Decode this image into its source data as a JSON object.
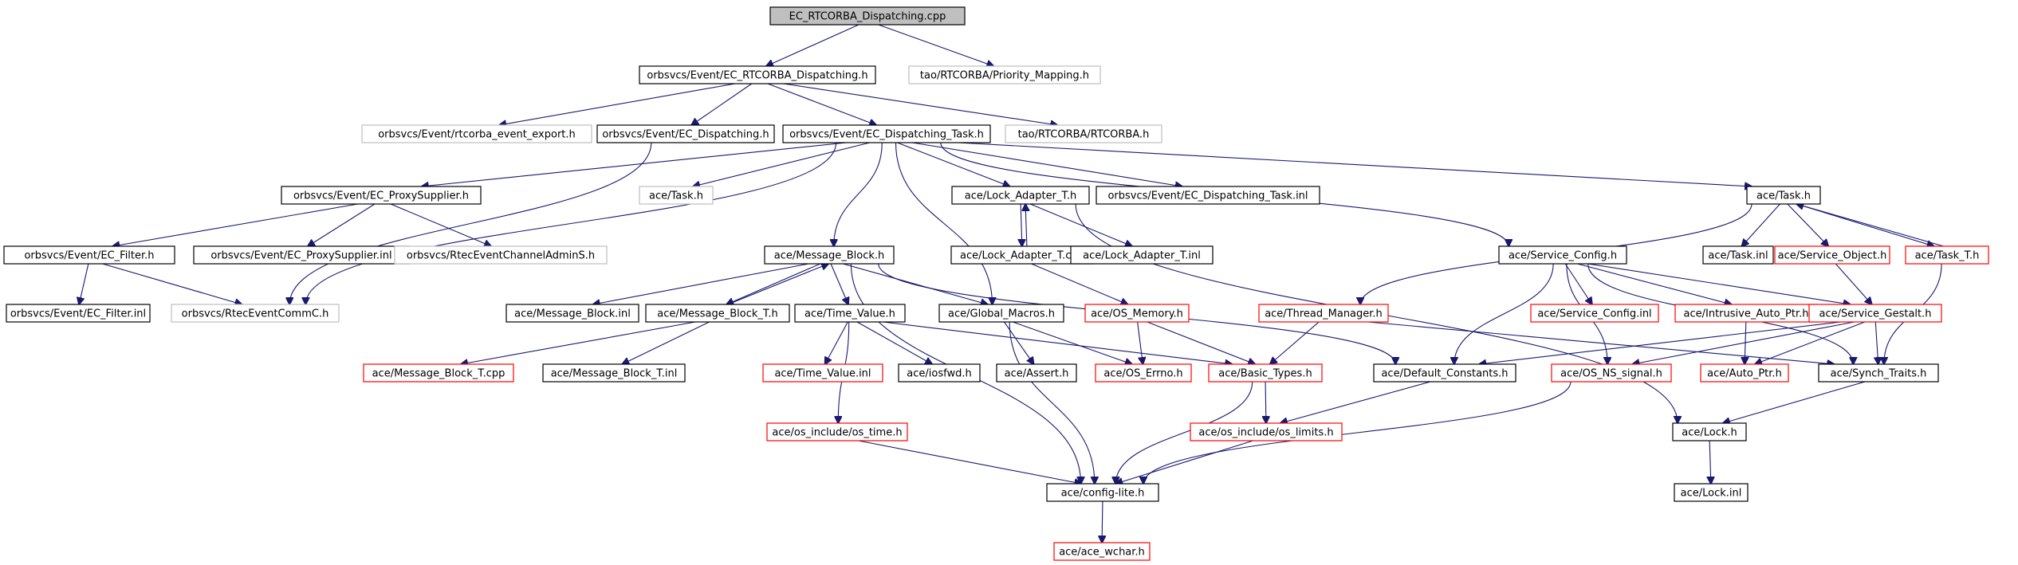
{
  "graph": {
    "colors": {
      "edge": "#191970",
      "root_fill": "#bfbfbf",
      "black_border": "#000000",
      "red_border": "#ff0000",
      "gray_border": "#bfbfbf"
    },
    "nodes": [
      {
        "id": "root",
        "label": "EC_RTCORBA_Dispatching.cpp",
        "style": "root"
      },
      {
        "id": "ec_rtd_h",
        "label": "orbsvcs/Event/EC_RTCORBA_Dispatching.h",
        "style": "black"
      },
      {
        "id": "prio_map",
        "label": "tao/RTCORBA/Priority_Mapping.h",
        "style": "gray"
      },
      {
        "id": "rtcorba_export",
        "label": "orbsvcs/Event/rtcorba_event_export.h",
        "style": "gray"
      },
      {
        "id": "ec_disp_h",
        "label": "orbsvcs/Event/EC_Dispatching.h",
        "style": "black"
      },
      {
        "id": "ec_disp_task_h",
        "label": "orbsvcs/Event/EC_Dispatching_Task.h",
        "style": "black"
      },
      {
        "id": "rtcorba_h",
        "label": "tao/RTCORBA/RTCORBA.h",
        "style": "gray"
      },
      {
        "id": "proxy_supplier_h",
        "label": "orbsvcs/Event/EC_ProxySupplier.h",
        "style": "black"
      },
      {
        "id": "task_h_gray",
        "label": "ace/Task.h",
        "style": "gray"
      },
      {
        "id": "lock_adapter_h",
        "label": "ace/Lock_Adapter_T.h",
        "style": "black"
      },
      {
        "id": "disp_task_inl",
        "label": "orbsvcs/Event/EC_Dispatching_Task.inl",
        "style": "black"
      },
      {
        "id": "ace_task_h",
        "label": "ace/Task.h",
        "style": "black"
      },
      {
        "id": "ec_filter_h",
        "label": "orbsvcs/Event/EC_Filter.h",
        "style": "black"
      },
      {
        "id": "proxy_supplier_inl",
        "label": "orbsvcs/Event/EC_ProxySupplier.inl",
        "style": "black"
      },
      {
        "id": "rtec_admin_s",
        "label": "orbsvcs/RtecEventChannelAdminS.h",
        "style": "gray"
      },
      {
        "id": "msg_block_h",
        "label": "ace/Message_Block.h",
        "style": "black"
      },
      {
        "id": "lock_adapter_cpp",
        "label": "ace/Lock_Adapter_T.cpp",
        "style": "black"
      },
      {
        "id": "lock_adapter_inl",
        "label": "ace/Lock_Adapter_T.inl",
        "style": "black"
      },
      {
        "id": "service_config_h",
        "label": "ace/Service_Config.h",
        "style": "black"
      },
      {
        "id": "task_inl",
        "label": "ace/Task.inl",
        "style": "black"
      },
      {
        "id": "service_object_h",
        "label": "ace/Service_Object.h",
        "style": "red"
      },
      {
        "id": "task_t_h",
        "label": "ace/Task_T.h",
        "style": "red"
      },
      {
        "id": "ec_filter_inl",
        "label": "orbsvcs/Event/EC_Filter.inl",
        "style": "black"
      },
      {
        "id": "rtec_comm_c",
        "label": "orbsvcs/RtecEventCommC.h",
        "style": "gray"
      },
      {
        "id": "msg_block_inl",
        "label": "ace/Message_Block.inl",
        "style": "black"
      },
      {
        "id": "msg_block_t_h",
        "label": "ace/Message_Block_T.h",
        "style": "black"
      },
      {
        "id": "time_value_h",
        "label": "ace/Time_Value.h",
        "style": "black"
      },
      {
        "id": "global_macros_h",
        "label": "ace/Global_Macros.h",
        "style": "black"
      },
      {
        "id": "os_memory_h",
        "label": "ace/OS_Memory.h",
        "style": "red"
      },
      {
        "id": "thread_manager_h",
        "label": "ace/Thread_Manager.h",
        "style": "red"
      },
      {
        "id": "service_config_inl",
        "label": "ace/Service_Config.inl",
        "style": "red"
      },
      {
        "id": "intrusive_auto_ptr_h",
        "label": "ace/Intrusive_Auto_Ptr.h",
        "style": "red"
      },
      {
        "id": "service_gestalt_h",
        "label": "ace/Service_Gestalt.h",
        "style": "red"
      },
      {
        "id": "msg_block_t_cpp",
        "label": "ace/Message_Block_T.cpp",
        "style": "red"
      },
      {
        "id": "msg_block_t_inl",
        "label": "ace/Message_Block_T.inl",
        "style": "black"
      },
      {
        "id": "time_value_inl",
        "label": "ace/Time_Value.inl",
        "style": "red"
      },
      {
        "id": "iosfwd_h",
        "label": "ace/iosfwd.h",
        "style": "black"
      },
      {
        "id": "assert_h",
        "label": "ace/Assert.h",
        "style": "black"
      },
      {
        "id": "os_errno_h",
        "label": "ace/OS_Errno.h",
        "style": "red"
      },
      {
        "id": "basic_types_h",
        "label": "ace/Basic_Types.h",
        "style": "red"
      },
      {
        "id": "default_constants_h",
        "label": "ace/Default_Constants.h",
        "style": "black"
      },
      {
        "id": "os_ns_signal_h",
        "label": "ace/OS_NS_signal.h",
        "style": "red"
      },
      {
        "id": "auto_ptr_h",
        "label": "ace/Auto_Ptr.h",
        "style": "red"
      },
      {
        "id": "synch_traits_h",
        "label": "ace/Synch_Traits.h",
        "style": "black"
      },
      {
        "id": "os_time_h",
        "label": "ace/os_include/os_time.h",
        "style": "red"
      },
      {
        "id": "os_limits_h",
        "label": "ace/os_include/os_limits.h",
        "style": "red"
      },
      {
        "id": "lock_h",
        "label": "ace/Lock.h",
        "style": "black"
      },
      {
        "id": "config_lite_h",
        "label": "ace/config-lite.h",
        "style": "black"
      },
      {
        "id": "lock_inl",
        "label": "ace/Lock.inl",
        "style": "black"
      },
      {
        "id": "ace_wchar_h",
        "label": "ace/ace_wchar.h",
        "style": "red"
      }
    ],
    "edges": [
      [
        "root",
        "ec_rtd_h"
      ],
      [
        "root",
        "prio_map"
      ],
      [
        "ec_rtd_h",
        "rtcorba_export"
      ],
      [
        "ec_rtd_h",
        "ec_disp_h"
      ],
      [
        "ec_rtd_h",
        "ec_disp_task_h"
      ],
      [
        "ec_rtd_h",
        "rtcorba_h"
      ],
      [
        "ec_disp_h",
        "rtec_comm_c"
      ],
      [
        "ec_disp_task_h",
        "proxy_supplier_h"
      ],
      [
        "ec_disp_task_h",
        "task_h_gray"
      ],
      [
        "ec_disp_task_h",
        "lock_adapter_h"
      ],
      [
        "ec_disp_task_h",
        "disp_task_inl"
      ],
      [
        "ec_disp_task_h",
        "ace_task_h"
      ],
      [
        "ec_disp_task_h",
        "msg_block_h"
      ],
      [
        "ec_disp_task_h",
        "global_macros_h"
      ],
      [
        "ec_disp_task_h",
        "service_config_h"
      ],
      [
        "ec_disp_task_h",
        "rtec_comm_c"
      ],
      [
        "proxy_supplier_h",
        "ec_filter_h"
      ],
      [
        "proxy_supplier_h",
        "proxy_supplier_inl"
      ],
      [
        "proxy_supplier_h",
        "rtec_admin_s"
      ],
      [
        "ec_filter_h",
        "ec_filter_inl"
      ],
      [
        "ec_filter_h",
        "rtec_comm_c"
      ],
      [
        "lock_adapter_h",
        "lock_adapter_cpp"
      ],
      [
        "lock_adapter_cpp",
        "lock_adapter_h"
      ],
      [
        "lock_adapter_h",
        "lock_adapter_inl"
      ],
      [
        "lock_adapter_h",
        "lock_h"
      ],
      [
        "lock_adapter_cpp",
        "os_memory_h"
      ],
      [
        "ace_task_h",
        "task_inl"
      ],
      [
        "ace_task_h",
        "service_object_h"
      ],
      [
        "ace_task_h",
        "task_t_h"
      ],
      [
        "task_t_h",
        "ace_task_h"
      ],
      [
        "ace_task_h",
        "thread_manager_h"
      ],
      [
        "task_t_h",
        "synch_traits_h"
      ],
      [
        "service_object_h",
        "service_gestalt_h"
      ],
      [
        "msg_block_h",
        "msg_block_inl"
      ],
      [
        "msg_block_h",
        "msg_block_t_h"
      ],
      [
        "msg_block_t_h",
        "msg_block_h"
      ],
      [
        "msg_block_h",
        "time_value_h"
      ],
      [
        "msg_block_h",
        "global_macros_h"
      ],
      [
        "msg_block_h",
        "default_constants_h"
      ],
      [
        "msg_block_h",
        "config_lite_h"
      ],
      [
        "msg_block_t_h",
        "msg_block_t_cpp"
      ],
      [
        "msg_block_t_h",
        "msg_block_t_inl"
      ],
      [
        "time_value_h",
        "time_value_inl"
      ],
      [
        "time_value_h",
        "iosfwd_h"
      ],
      [
        "time_value_h",
        "os_time_h"
      ],
      [
        "time_value_h",
        "basic_types_h"
      ],
      [
        "global_macros_h",
        "assert_h"
      ],
      [
        "global_macros_h",
        "os_errno_h"
      ],
      [
        "global_macros_h",
        "config_lite_h"
      ],
      [
        "os_memory_h",
        "os_errno_h"
      ],
      [
        "os_memory_h",
        "basic_types_h"
      ],
      [
        "thread_manager_h",
        "basic_types_h"
      ],
      [
        "thread_manager_h",
        "synch_traits_h"
      ],
      [
        "service_config_h",
        "service_config_inl"
      ],
      [
        "service_config_h",
        "intrusive_auto_ptr_h"
      ],
      [
        "service_config_h",
        "service_gestalt_h"
      ],
      [
        "service_config_h",
        "default_constants_h"
      ],
      [
        "service_config_h",
        "os_ns_signal_h"
      ],
      [
        "service_config_h",
        "synch_traits_h"
      ],
      [
        "intrusive_auto_ptr_h",
        "auto_ptr_h"
      ],
      [
        "service_gestalt_h",
        "default_constants_h"
      ],
      [
        "service_gestalt_h",
        "os_ns_signal_h"
      ],
      [
        "service_gestalt_h",
        "auto_ptr_h"
      ],
      [
        "service_gestalt_h",
        "synch_traits_h"
      ],
      [
        "basic_types_h",
        "os_limits_h"
      ],
      [
        "basic_types_h",
        "config_lite_h"
      ],
      [
        "default_constants_h",
        "os_limits_h"
      ],
      [
        "os_ns_signal_h",
        "config_lite_h"
      ],
      [
        "synch_traits_h",
        "lock_h"
      ],
      [
        "os_time_h",
        "config_lite_h"
      ],
      [
        "os_limits_h",
        "config_lite_h"
      ],
      [
        "lock_h",
        "lock_inl"
      ],
      [
        "config_lite_h",
        "ace_wchar_h"
      ]
    ]
  }
}
